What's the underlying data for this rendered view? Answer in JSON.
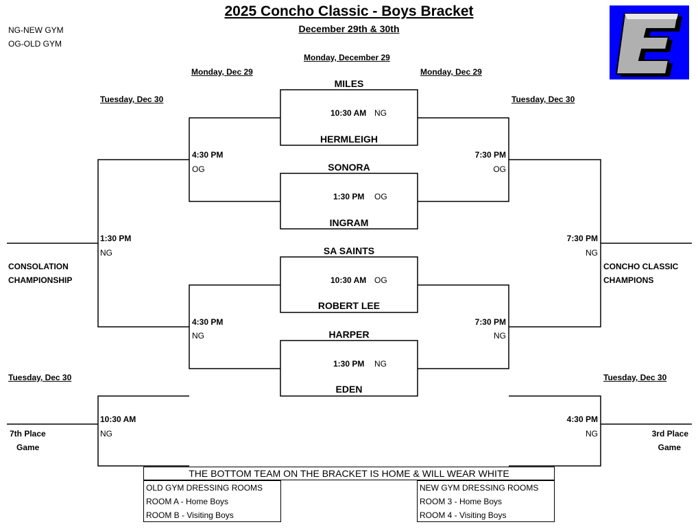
{
  "title": "2025 Concho Classic - Boys Bracket",
  "subtitle": "December 29th & 30th",
  "legend": {
    "ng": "NG-NEW GYM",
    "og": "OG-OLD GYM"
  },
  "headers": {
    "center": "Monday, December 29",
    "left_round1": "Monday, Dec 29",
    "right_round1": "Monday, Dec 29",
    "left_round2": "Tuesday, Dec 30",
    "right_round2": "Tuesday, Dec 30",
    "left_lower": "Tuesday, Dec 30",
    "right_lower": "Tuesday, Dec 30"
  },
  "first_round": [
    {
      "top": "MILES",
      "bottom": "HERMLEIGH",
      "time": "10:30 AM",
      "gym": "NG"
    },
    {
      "top": "SONORA",
      "bottom": "INGRAM",
      "time": "1:30 PM",
      "gym": "OG"
    },
    {
      "top": "SA SAINTS",
      "bottom": "ROBERT LEE",
      "time": "10:30 AM",
      "gym": "OG"
    },
    {
      "top": "HARPER",
      "bottom": "EDEN",
      "time": "1:30 PM",
      "gym": "NG"
    }
  ],
  "consolation_semis": [
    {
      "time": "4:30 PM",
      "gym": "OG"
    },
    {
      "time": "4:30 PM",
      "gym": "NG"
    }
  ],
  "championship_semis": [
    {
      "time": "7:30 PM",
      "gym": "OG"
    },
    {
      "time": "7:30 PM",
      "gym": "NG"
    }
  ],
  "consolation_final": {
    "time": "1:30 PM",
    "gym": "NG",
    "label1": "CONSOLATION",
    "label2": "CHAMPIONSHIP"
  },
  "championship_final": {
    "time": "7:30 PM",
    "gym": "NG",
    "label1": "CONCHO CLASSIC",
    "label2": "CHAMPIONS"
  },
  "seventh_place": {
    "time": "10:30 AM",
    "gym": "NG",
    "label1": "7th Place",
    "label2": "Game"
  },
  "third_place": {
    "time": "4:30 PM",
    "gym": "NG",
    "label1": "3rd Place",
    "label2": "Game"
  },
  "note": "THE BOTTOM TEAM ON THE BRACKET IS HOME & WILL WEAR WHITE",
  "dressing_rooms": {
    "old": {
      "title": "OLD GYM DRESSING ROOMS",
      "home": "ROOM A - Home Boys",
      "visit": "ROOM B - Visiting Boys"
    },
    "new": {
      "title": "NEW GYM DRESSING ROOMS",
      "home": "ROOM 3 - Home Boys",
      "visit": "ROOM 4 - Visiting Boys"
    }
  },
  "logo": {
    "letter": "E",
    "background": "#0000ff"
  }
}
